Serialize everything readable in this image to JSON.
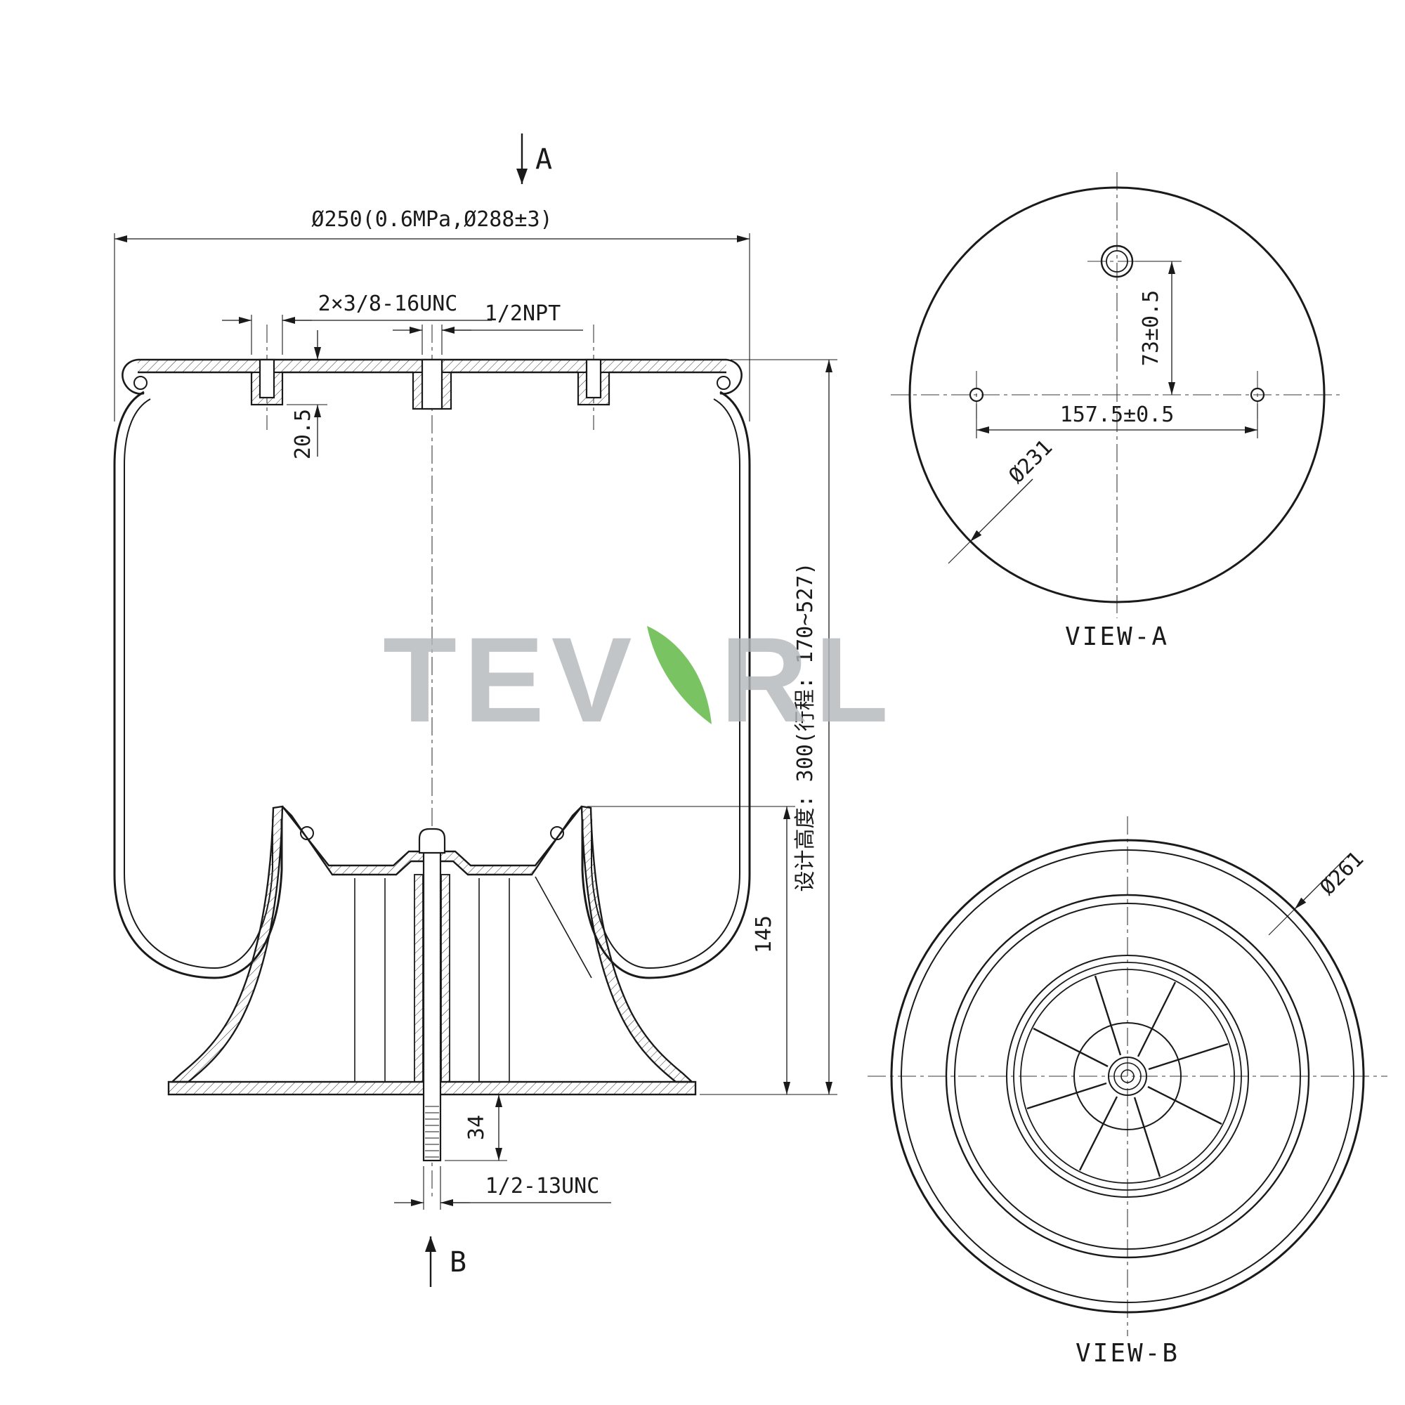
{
  "page": {
    "background": "#ffffff",
    "line_color": "#1a1a1a"
  },
  "watermark": {
    "part1": "TEV",
    "part2": "RL",
    "gray": "#b4b7ba",
    "green": "#58b53c"
  },
  "main_view": {
    "section_label_top": "A",
    "section_label_bottom": "B",
    "dim_top_diameter": "Ø250(0.6MPa,Ø288±3)",
    "dim_top_bolts": "2×3/8-16UNC",
    "dim_air_port": "1/2NPT",
    "dim_boss_depth": "20.5",
    "dim_design_height": "设计高度: 300(行程: 170~527)",
    "dim_piston_height": "145",
    "dim_stud_protrusion": "34",
    "dim_stud_thread": "1/2-13UNC"
  },
  "view_a": {
    "title": "VIEW-A",
    "dim_hole_spacing": "157.5±0.5",
    "dim_port_offset": "73±0.5",
    "dim_bolt_circle_diameter": "Ø231"
  },
  "view_b": {
    "title": "VIEW-B",
    "dim_outer_diameter": "Ø261"
  }
}
